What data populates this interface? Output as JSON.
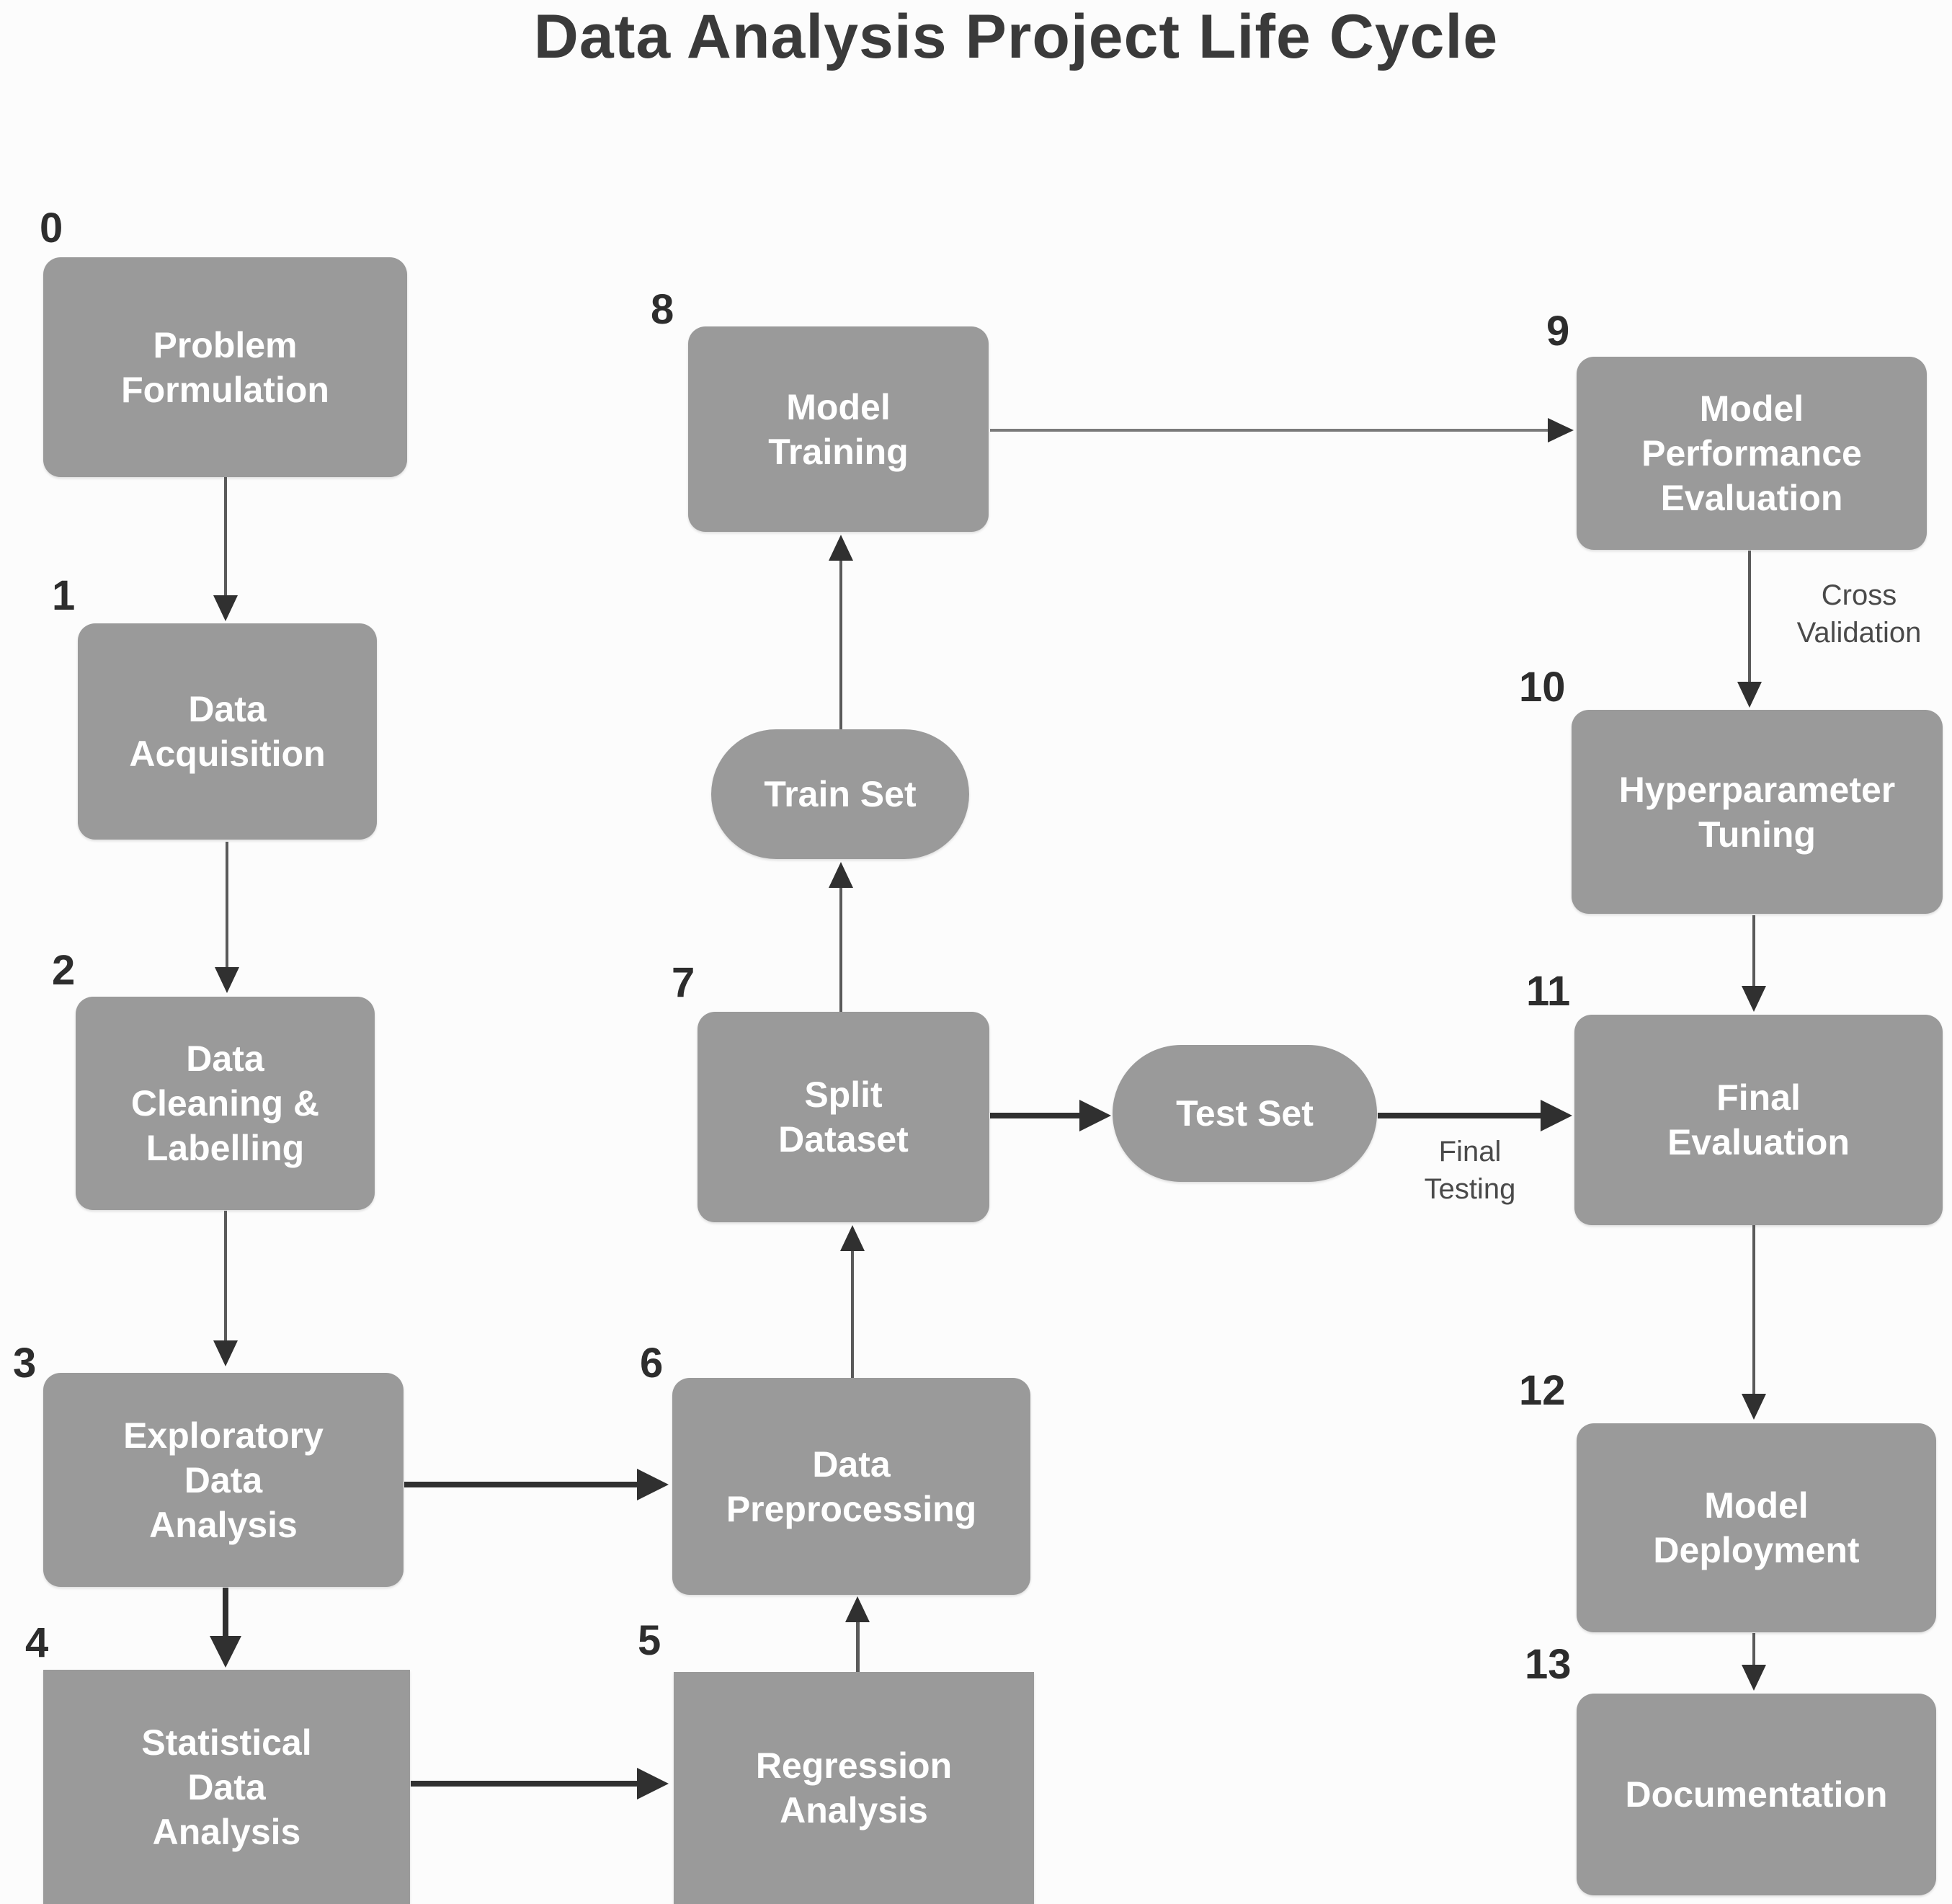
{
  "title": "Data Analysis Project Life Cycle",
  "colors": {
    "node_fill": "#9a9a9a",
    "node_text": "#ffffff",
    "number_text": "#2d2d2d",
    "arrow": "#303030",
    "title_text": "#3a3a3a",
    "edge_label_text": "#4a4a4a",
    "background": "#fcfcfc"
  },
  "nodes": [
    {
      "number": "0",
      "label": "Problem\nFormulation"
    },
    {
      "number": "1",
      "label": "Data\nAcquisition"
    },
    {
      "number": "2",
      "label": "Data\nCleaning &\nLabelling"
    },
    {
      "number": "3",
      "label": "Exploratory\nData\nAnalysis"
    },
    {
      "number": "4",
      "label": "Statistical\nData\nAnalysis"
    },
    {
      "number": "5",
      "label": "Regression\nAnalysis"
    },
    {
      "number": "6",
      "label": "Data\nPreprocessing"
    },
    {
      "number": "7",
      "label": "Split\nDataset"
    },
    {
      "number": "8",
      "label": "Model\nTraining"
    },
    {
      "number": "9",
      "label": "Model\nPerformance\nEvaluation"
    },
    {
      "number": "10",
      "label": "Hyperparameter\nTuning"
    },
    {
      "number": "11",
      "label": "Final\nEvaluation"
    },
    {
      "number": "12",
      "label": "Model\nDeployment"
    },
    {
      "number": "13",
      "label": "Documentation"
    }
  ],
  "datasets": [
    {
      "label": "Train Set"
    },
    {
      "label": "Test Set"
    }
  ],
  "edges": [
    {
      "from": "0",
      "to": "1",
      "label": ""
    },
    {
      "from": "1",
      "to": "2",
      "label": ""
    },
    {
      "from": "2",
      "to": "3",
      "label": ""
    },
    {
      "from": "3",
      "to": "4",
      "label": ""
    },
    {
      "from": "3",
      "to": "6",
      "label": ""
    },
    {
      "from": "4",
      "to": "5",
      "label": ""
    },
    {
      "from": "5",
      "to": "6",
      "label": ""
    },
    {
      "from": "6",
      "to": "7",
      "label": ""
    },
    {
      "from": "7",
      "to": "Train Set",
      "label": ""
    },
    {
      "from": "Train Set",
      "to": "8",
      "label": ""
    },
    {
      "from": "8",
      "to": "9",
      "label": ""
    },
    {
      "from": "9",
      "to": "10",
      "label": "Cross\nValidation"
    },
    {
      "from": "10",
      "to": "11",
      "label": ""
    },
    {
      "from": "7",
      "to": "Test Set",
      "label": ""
    },
    {
      "from": "Test Set",
      "to": "11",
      "label": "Final\nTesting"
    },
    {
      "from": "11",
      "to": "12",
      "label": ""
    },
    {
      "from": "12",
      "to": "13",
      "label": ""
    }
  ]
}
